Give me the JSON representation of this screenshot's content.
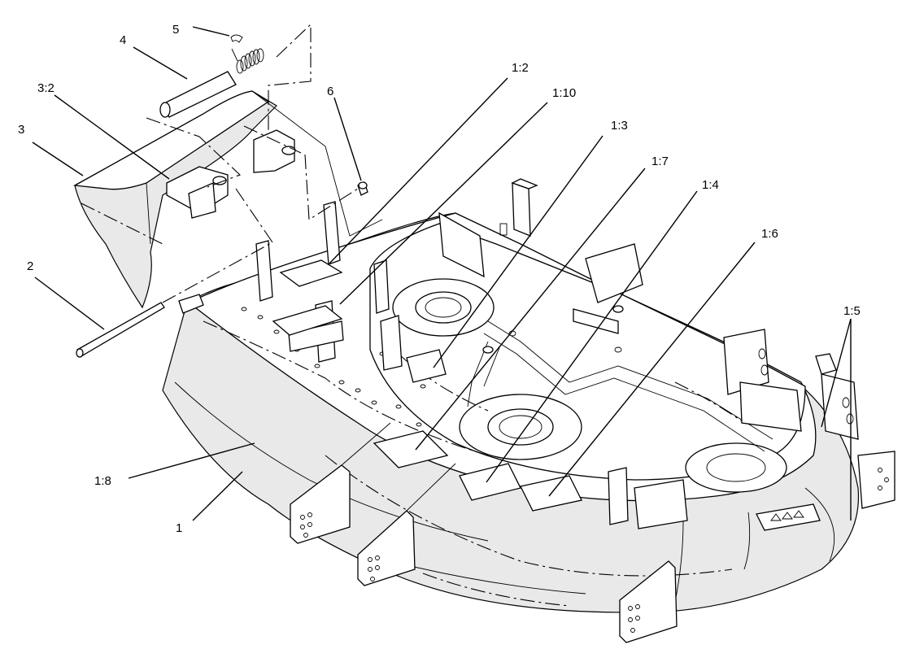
{
  "diagram": {
    "callouts": {
      "c1": "1",
      "c1_2": "1:2",
      "c1_3": "1:3",
      "c1_4": "1:4",
      "c1_5": "1:5",
      "c1_6": "1:6",
      "c1_7": "1:7",
      "c1_8": "1:8",
      "c1_10": "1:10",
      "c2": "2",
      "c3": "3",
      "c3_2": "3:2",
      "c4": "4",
      "c5": "5",
      "c6": "6"
    }
  }
}
